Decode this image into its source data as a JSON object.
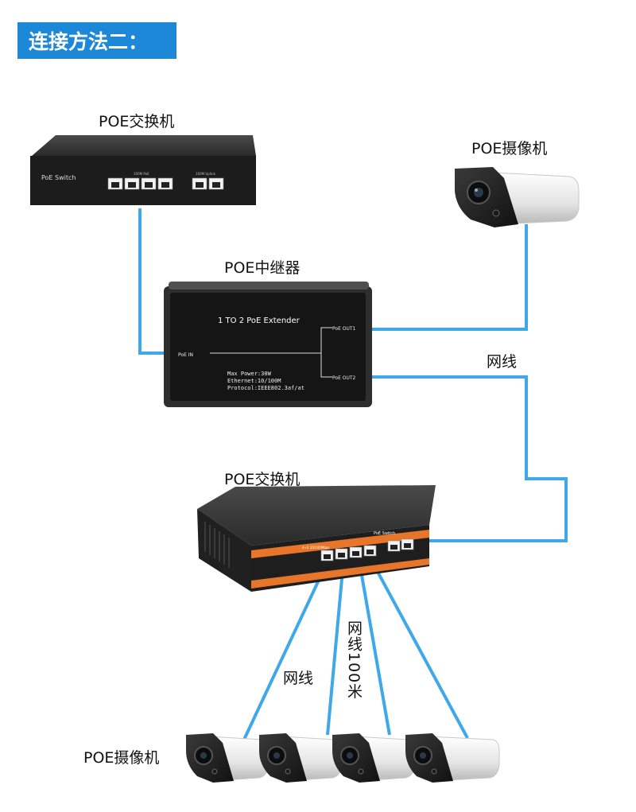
{
  "heading": "连接方法二：",
  "labels": {
    "top_switch": "POE交换机",
    "top_camera": "POE摄像机",
    "extender": "POE中继器",
    "cable_right": "网线",
    "bottom_switch": "POE交换机",
    "cable_left": "网线",
    "cable_distance": "网线100米",
    "bottom_cameras": "POE摄像机"
  },
  "top_switch_panel": {
    "brand": "PoE Switch",
    "ports_label": "100M PoE",
    "uplink_label": "100M Uplink"
  },
  "extender_panel": {
    "name": "1 TO 2 PoE Extender",
    "port_in": "PoE IN",
    "port_out1": "PoE OUT1",
    "port_out2": "PoE OUT2",
    "spec_power": "Max Power:30W",
    "spec_ethernet": "Ethernet:10/100M",
    "spec_protocol": "Protocol:IEEE802.3af/at"
  },
  "bottom_switch_panel": {
    "brand": "PoE Switch",
    "ports_label": "4+2 10/100Mbps"
  },
  "colors": {
    "heading_bg": "#1e88d8",
    "cable": "#3ea8e8",
    "device_dark": "#2b2b2b",
    "orange_stripe": "#e8762a"
  }
}
